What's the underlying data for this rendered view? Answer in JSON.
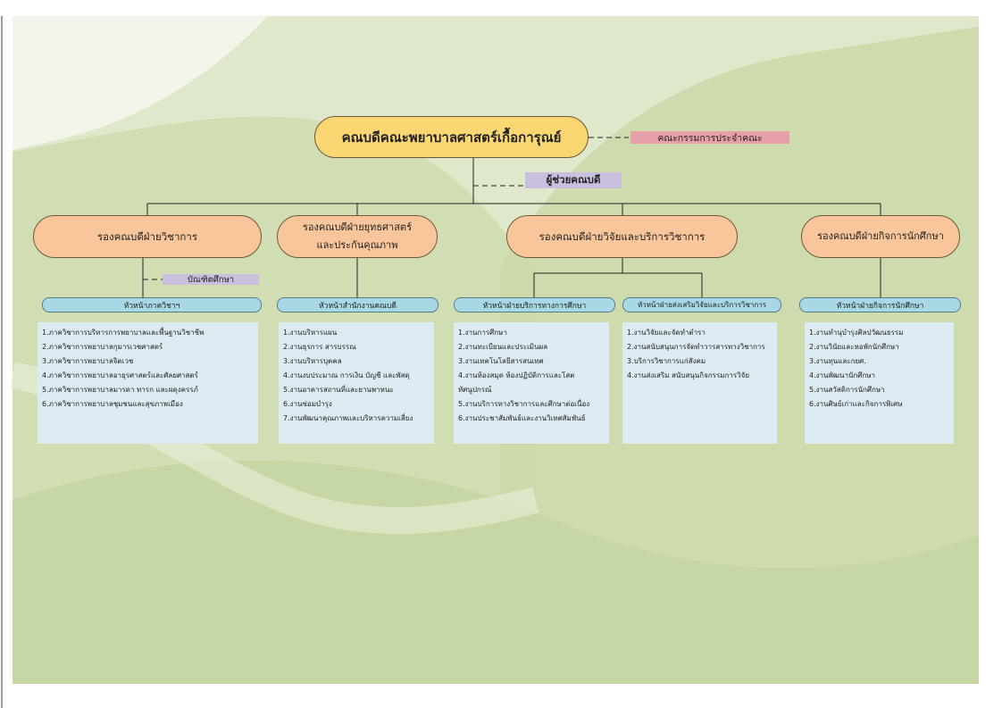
{
  "dean": "คณบดีคณะพยาบาลศาสตร์เกื้อการุณย์",
  "committee": "คณะกรรมการประจำคณะ",
  "assistant_dean": "ผู้ช่วยคณบดี",
  "graduate_studies": "บัณฑิตศึกษา",
  "vice_deans": [
    "รองคณบดีฝ่ายวิชาการ",
    "รองคณบดีฝ่ายยุทธศาสตร์\nและประกันคุณภาพ",
    "รองคณบดีฝ่ายวิจัยและบริการวิชาการ",
    "รองคณบดีฝ่ายกิจการนักศึกษา"
  ],
  "heads": [
    "หัวหน้าภาควิชาฯ",
    "หัวหน้าสำนักงานคณบดี",
    "หัวหน้าฝ่ายบริการทางการศึกษา",
    "หัวหน้าฝ่ายส่งเสริมวิจัยและบริการวิชาการ",
    "หัวหน้าฝ่ายกิจการนักศึกษา"
  ],
  "duties": [
    [
      "1.ภาควิชาการบริหารการพยาบาลและพื้นฐานวิชาชีพ",
      "2.ภาควิชาการพยาบาลกุมารเวชศาสตร์",
      "3.ภาควิชาการพยาบาลจิตเวช",
      "4.ภาควิชาการพยาบาลอายุรศาสตร์และศัลยศาสตร์",
      "5.ภาควิชาการพยาบาลมารดา ทารก และผดุงครรภ์",
      "6.ภาควิชาการพยาบาลชุมชนและสุขภาพเมือง"
    ],
    [
      "1.งานบริหารแผน",
      "2.งานธุรการ สารบรรณ",
      "3.งานบริหารบุคคล",
      "4.งานงบประมาณ การเงิน บัญชี และพัสดุ",
      "5.งานอาคารสถานที่และยานพาหนะ",
      "6.งานซ่อมบำรุง",
      "7.งานพัฒนาคุณภาพและบริหารความเสี่ยง"
    ],
    [
      "1.งานการศึกษา",
      "2.งานทะเบียนและประเมินผล",
      "3.งานเทคโนโลยีสารสนเทศ",
      "4.งานห้องสมุด ห้องปฏิบัติการและโสตทัศนูปกรณ์",
      "5.งานบริการทางวิชาการและศึกษาต่อเนื่อง",
      "6.งานประชาสัมพันธ์และงานวิเทศสัมพันธ์"
    ],
    [
      "1.งานวิจัยและจัดทำตำรา",
      "2.งานสนับสนุนการจัดทำวารสารทางวิชาการ",
      "3.บริการวิชาการแก่สังคม",
      "4.งานส่งเสริม สนับสนุนกิจกรรมการวิจัย"
    ],
    [
      "1.งานทำนุบำรุงศิลปวัฒนธรรม",
      "2.งานวินัยและหอพักนักศึกษา",
      "3.งานทุนและกยศ.",
      "4.งานพัฒนานักศึกษา",
      "5.งานสวัสดิการนักศึกษา",
      "6.งานศิษย์เก่าและกิจการพิเศษ"
    ]
  ],
  "colors": {
    "dean_fill": "#fbd774",
    "vice_fill": "#f8c69a",
    "head_fill": "#a8d8e5",
    "duty_fill": "#dcebf2",
    "committee_tag": "#e8a0a8",
    "assistant_tag": "#cbbfe0",
    "background_green": "#cfddb0"
  }
}
